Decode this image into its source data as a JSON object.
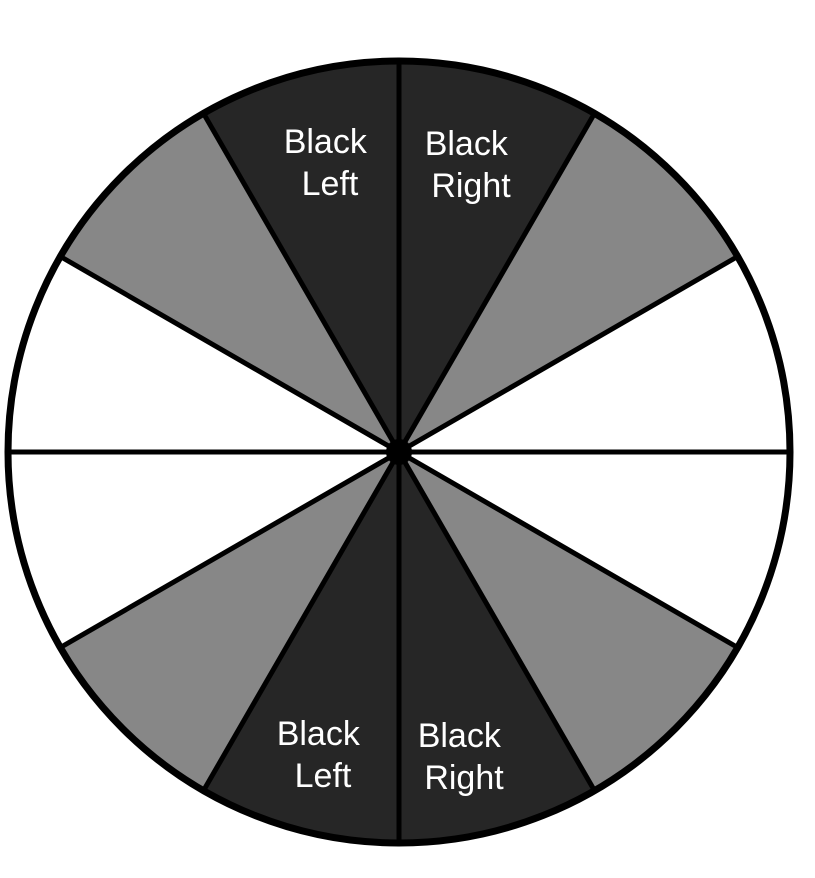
{
  "diagram": {
    "colors": {
      "outline": "#000000",
      "black_sector": "#262626",
      "gray_sector": "#878787",
      "white_sector": "#ffffff",
      "label_text": "#ffffff"
    },
    "sectors": [
      {
        "id": "top-right",
        "fill": "black",
        "label": [
          "Black",
          "Right"
        ]
      },
      {
        "id": "upper-right-gray",
        "fill": "gray",
        "label": []
      },
      {
        "id": "right-upper-white",
        "fill": "white",
        "label": []
      },
      {
        "id": "right-lower-white",
        "fill": "white",
        "label": []
      },
      {
        "id": "lower-right-gray",
        "fill": "gray",
        "label": []
      },
      {
        "id": "bottom-right",
        "fill": "black",
        "label": [
          "Black",
          "Right"
        ]
      },
      {
        "id": "bottom-left",
        "fill": "black",
        "label": [
          "Black",
          "Left"
        ]
      },
      {
        "id": "lower-left-gray",
        "fill": "gray",
        "label": []
      },
      {
        "id": "left-lower-white",
        "fill": "white",
        "label": []
      },
      {
        "id": "left-upper-white",
        "fill": "white",
        "label": []
      },
      {
        "id": "upper-left-gray",
        "fill": "gray",
        "label": []
      },
      {
        "id": "top-left",
        "fill": "black",
        "label": [
          "Black",
          "Left"
        ]
      }
    ]
  }
}
